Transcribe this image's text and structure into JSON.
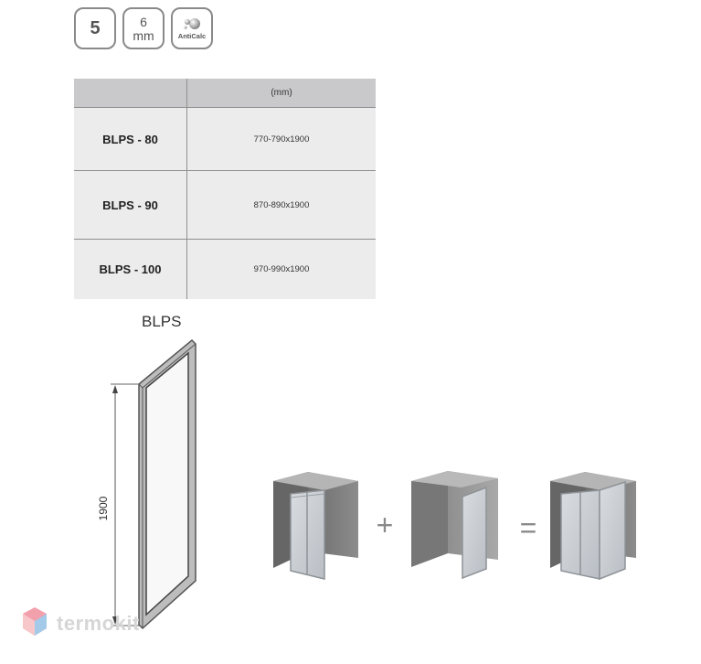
{
  "badges": {
    "thickness": "5",
    "glass_value": "6",
    "glass_unit": "mm",
    "coating_label": "AntiCalc",
    "coating_icon": "anticalc-drops-icon"
  },
  "spec_table": {
    "header_model": "",
    "header_dimensions": "(mm)",
    "rows": [
      {
        "model": "BLPS - 80",
        "dimensions": "770-790x1900"
      },
      {
        "model": "BLPS - 90",
        "dimensions": "870-890x1900"
      },
      {
        "model": "BLPS - 100",
        "dimensions": "970-990x1900"
      }
    ]
  },
  "drawing": {
    "panel_label": "BLPS",
    "height_label": "1900"
  },
  "combination": {
    "plus_sign": "+",
    "equals_sign": "="
  },
  "watermark": {
    "text": "termokit",
    "brand_color": "#e8546a"
  }
}
